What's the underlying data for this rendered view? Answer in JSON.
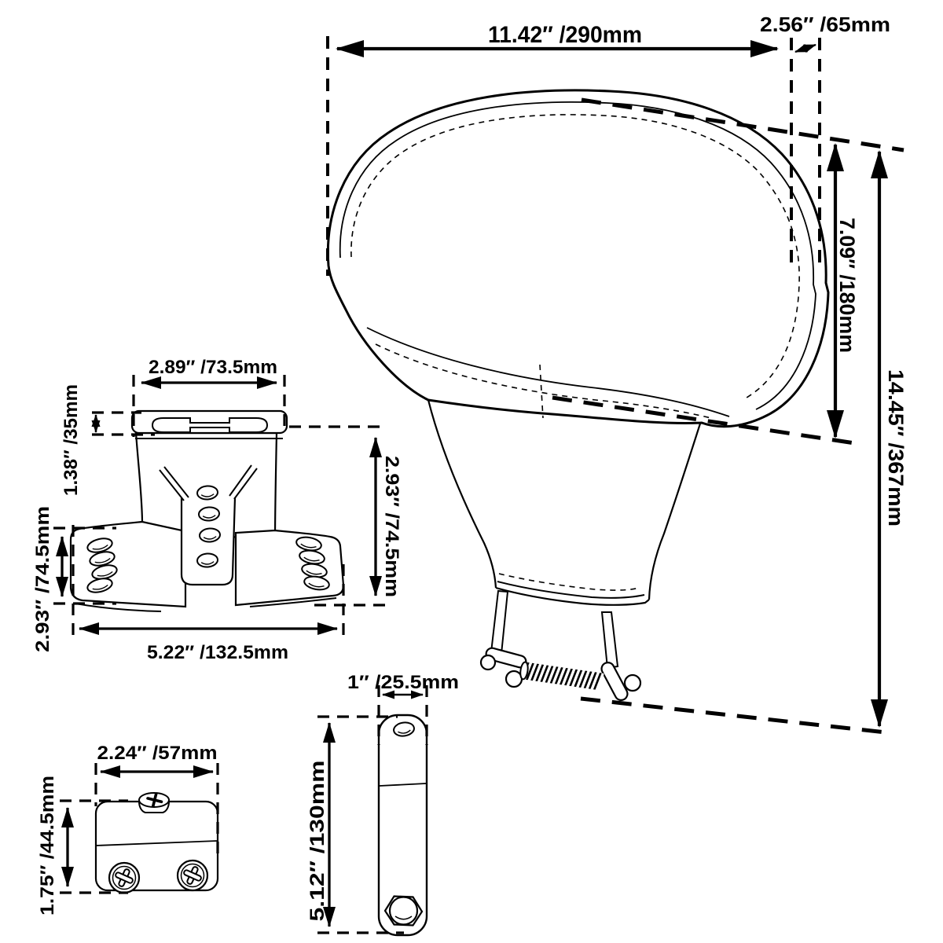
{
  "colors": {
    "ink": "#000000",
    "background": "#ffffff"
  },
  "dimensions": {
    "backrest_width": "11.42″ /290mm",
    "backrest_offset": "2.56″ /65mm",
    "pad_height": "7.09″ /180mm",
    "overall_height": "14.45″ /367mm",
    "bracket_top_width": "2.89″ /73.5mm",
    "bracket_plate_thickness": "1.38″ /35mm",
    "bracket_body_height": "2.93″ /74.5mm",
    "bracket_wing_height": "2.93″ /74.5mm",
    "bracket_base_width": "5.22″ /132.5mm",
    "clamp_width": "2.24″ /57mm",
    "clamp_height": "1.75″ /44.5mm",
    "arm_width": "1″ /25.5mm",
    "arm_height": "5.12″ /130mm"
  }
}
